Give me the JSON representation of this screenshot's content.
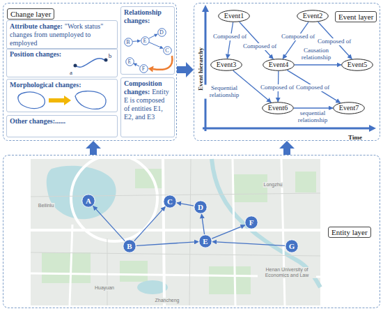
{
  "diagram": {
    "nodes": [
      {
        "text": [
          "Change layer"
        ]
      },
      {
        "text": [
          "Attribute change:",
          "\"Work status\" changes from unemployed to employed"
        ],
        "in": 0
      },
      {
        "text": [
          "Relationship changes:"
        ],
        "in": 0
      },
      {
        "text": [
          "B"
        ],
        "in": 2
      },
      {
        "text": [
          "D"
        ],
        "in": 2
      },
      {
        "text": [
          "E"
        ],
        "in": 2
      },
      {
        "text": [
          "C"
        ],
        "in": 2
      },
      {
        "text": [
          "E"
        ],
        "in": 2
      },
      {
        "text": [
          "F"
        ],
        "in": 2
      },
      {
        "text": [
          "Position changes:"
        ],
        "in": 0
      },
      {
        "text": [
          "Morphological changes:"
        ],
        "in": 0
      },
      {
        "text": [
          "Composition changes:",
          "Entity E is composed of entities E1, E2, and E3"
        ],
        "in": 0
      },
      {
        "text": [
          "Other changes:......"
        ],
        "in": 0
      },
      {
        "text": [
          "Event layer"
        ]
      },
      {
        "text": [
          "Event1"
        ],
        "in": 13
      },
      {
        "text": [
          "Event2"
        ],
        "in": 13
      },
      {
        "text": [
          "Event3"
        ],
        "in": 13
      },
      {
        "text": [
          "Event4"
        ],
        "in": 13
      },
      {
        "text": [
          "Event5"
        ],
        "in": 13
      },
      {
        "text": [
          "Event6"
        ],
        "in": 13
      },
      {
        "text": [
          "Event7"
        ],
        "in": 13
      },
      {
        "text": [
          "Entity layer"
        ]
      },
      {
        "text": [
          "A"
        ],
        "in": 21
      },
      {
        "text": [
          "B"
        ],
        "in": 21
      },
      {
        "text": [
          "C"
        ],
        "in": 21
      },
      {
        "text": [
          "D"
        ],
        "in": 21
      },
      {
        "text": [
          "E"
        ],
        "in": 21
      },
      {
        "text": [
          "F"
        ],
        "in": 21
      },
      {
        "text": [
          "G"
        ],
        "in": 21
      }
    ],
    "edges": [
      {
        "from": 3,
        "to": 5,
        "arrow": "to"
      },
      {
        "from": 5,
        "to": 4,
        "arrow": "to"
      },
      {
        "from": 5,
        "to": 6,
        "arrow": "to"
      },
      {
        "from": 8,
        "to": 7,
        "arrow": "to"
      },
      {
        "from": 14,
        "to": 16,
        "label": "Composed of",
        "arrow": "to"
      },
      {
        "from": 14,
        "to": 17,
        "label": "Composed of",
        "arrow": "to"
      },
      {
        "from": 15,
        "to": 17,
        "label": "Composed of",
        "arrow": "to"
      },
      {
        "from": 15,
        "to": 18,
        "label": "Composed of",
        "arrow": "to"
      },
      {
        "from": 17,
        "to": 18,
        "label": "Causation relationship",
        "arrow": "to"
      },
      {
        "from": 16,
        "to": 19,
        "label": "Sequential relationship",
        "arrow": "to"
      },
      {
        "from": 17,
        "to": 19,
        "label": "Composed of",
        "arrow": "to"
      },
      {
        "from": 17,
        "to": 20,
        "label": "Composed of",
        "arrow": "to"
      },
      {
        "from": 19,
        "to": 20,
        "label": "sequential relationship",
        "arrow": "to"
      },
      {
        "from": 23,
        "to": 22,
        "arrow": "to"
      },
      {
        "from": 23,
        "to": 24,
        "arrow": "to"
      },
      {
        "from": 25,
        "to": 24,
        "arrow": "to"
      },
      {
        "from": 23,
        "to": 26,
        "arrow": "to"
      },
      {
        "from": 26,
        "to": 25,
        "arrow": "to"
      },
      {
        "from": 26,
        "to": 27,
        "arrow": "to"
      },
      {
        "from": 28,
        "to": 26,
        "arrow": "to"
      },
      {
        "from": 0,
        "to": 13,
        "arrow": "to"
      },
      {
        "from": 21,
        "to": 0,
        "arrow": "to"
      },
      {
        "from": 21,
        "to": 13,
        "arrow": "to"
      }
    ],
    "labels": [
      "a",
      "b",
      "Event hierarchy",
      "Time",
      "Beilinlu",
      "Longzhu",
      "Huayuan",
      "Zhancheng",
      "Henan University of Economics and Law"
    ]
  }
}
